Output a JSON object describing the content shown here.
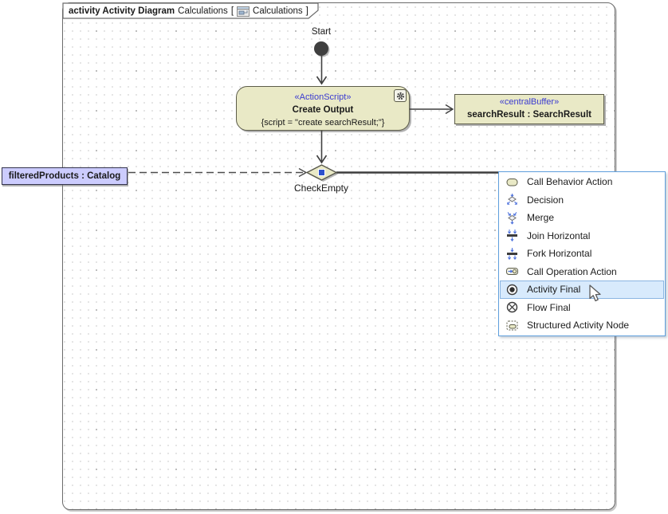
{
  "frame": {
    "keyword": "activity Activity Diagram",
    "diagram_name": "Calculations",
    "bracket_open": "[",
    "context_name": "Calculations",
    "bracket_close": "]"
  },
  "nodes": {
    "start_label": "Start",
    "action": {
      "stereotype": "«ActionScript»",
      "name": "Create Output",
      "script": "{script = \"create searchResult;\"}"
    },
    "buffer": {
      "stereotype": "«centralBuffer»",
      "name": "searchResult : SearchResult"
    },
    "decision_label": "CheckEmpty",
    "object_node_label": "filteredProducts : Catalog"
  },
  "menu": {
    "items": [
      {
        "label": "Call Behavior Action",
        "icon": "call-behavior-action-icon"
      },
      {
        "label": "Decision",
        "icon": "decision-icon"
      },
      {
        "label": "Merge",
        "icon": "merge-icon"
      },
      {
        "label": "Join Horizontal",
        "icon": "join-horizontal-icon"
      },
      {
        "label": "Fork Horizontal",
        "icon": "fork-horizontal-icon"
      },
      {
        "label": "Call Operation Action",
        "icon": "call-operation-action-icon"
      },
      {
        "label": "Activity Final",
        "icon": "activity-final-icon",
        "highlighted": true
      },
      {
        "label": "Flow Final",
        "icon": "flow-final-icon"
      },
      {
        "label": "Structured Activity Node",
        "icon": "structured-activity-node-icon"
      }
    ]
  },
  "colors": {
    "node_fill": "#e9e9c6",
    "node_border": "#5c5c49",
    "stereotype_text": "#3a3ad1",
    "object_node_fill": "#ccccfe",
    "menu_border": "#5e9fdd",
    "menu_highlight_fill": "#d8eafc",
    "menu_highlight_border": "#8ab5e2",
    "flow_line": "#3f3f3f"
  }
}
